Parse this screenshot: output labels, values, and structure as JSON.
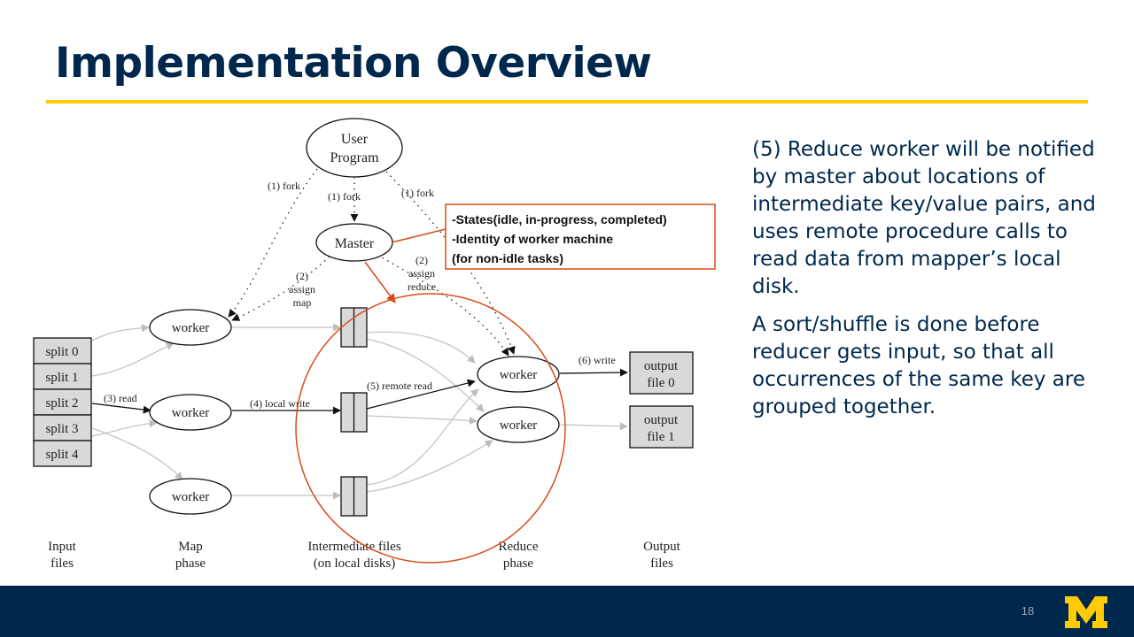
{
  "slide": {
    "title": "Implementation Overview",
    "page_number": "18",
    "logo_text": "M"
  },
  "diagram": {
    "user_program": [
      "User",
      "Program"
    ],
    "master": "Master",
    "fork_label": "(1) fork",
    "assign_map": [
      "(2)",
      "assign",
      "map"
    ],
    "assign_reduce": [
      "(2)",
      "assign",
      "reduce"
    ],
    "worker": "worker",
    "splits": [
      "split 0",
      "split 1",
      "split 2",
      "split 3",
      "split 4"
    ],
    "read_label": "(3) read",
    "local_write_label": "(4) local write",
    "remote_read_label": "(5) remote read",
    "write_label": "(6) write",
    "output_files": [
      [
        "output",
        "file 0"
      ],
      [
        "output",
        "file 1"
      ]
    ],
    "phases": [
      [
        "Input",
        "files"
      ],
      [
        "Map",
        "phase"
      ],
      [
        "Intermediate files",
        "(on local disks)"
      ],
      [
        "Reduce",
        "phase"
      ],
      [
        "Output",
        "files"
      ]
    ],
    "callout": [
      "-States(idle, in-progress, completed)",
      "-Identity of worker machine",
      "(for non-idle tasks)"
    ],
    "colors": {
      "highlight": "#D84C19",
      "navy": "#00274C",
      "maize": "#FFCB05",
      "file_fill": "#d9d9d9"
    }
  },
  "notes": [
    "(5) Reduce worker will be notified by master about locations of intermediate key/value pairs, and uses remote procedure calls to read data from mapper’s local disk.",
    "A sort/shuffle is done before reducer gets input, so that all occurrences of the same key are grouped together."
  ]
}
